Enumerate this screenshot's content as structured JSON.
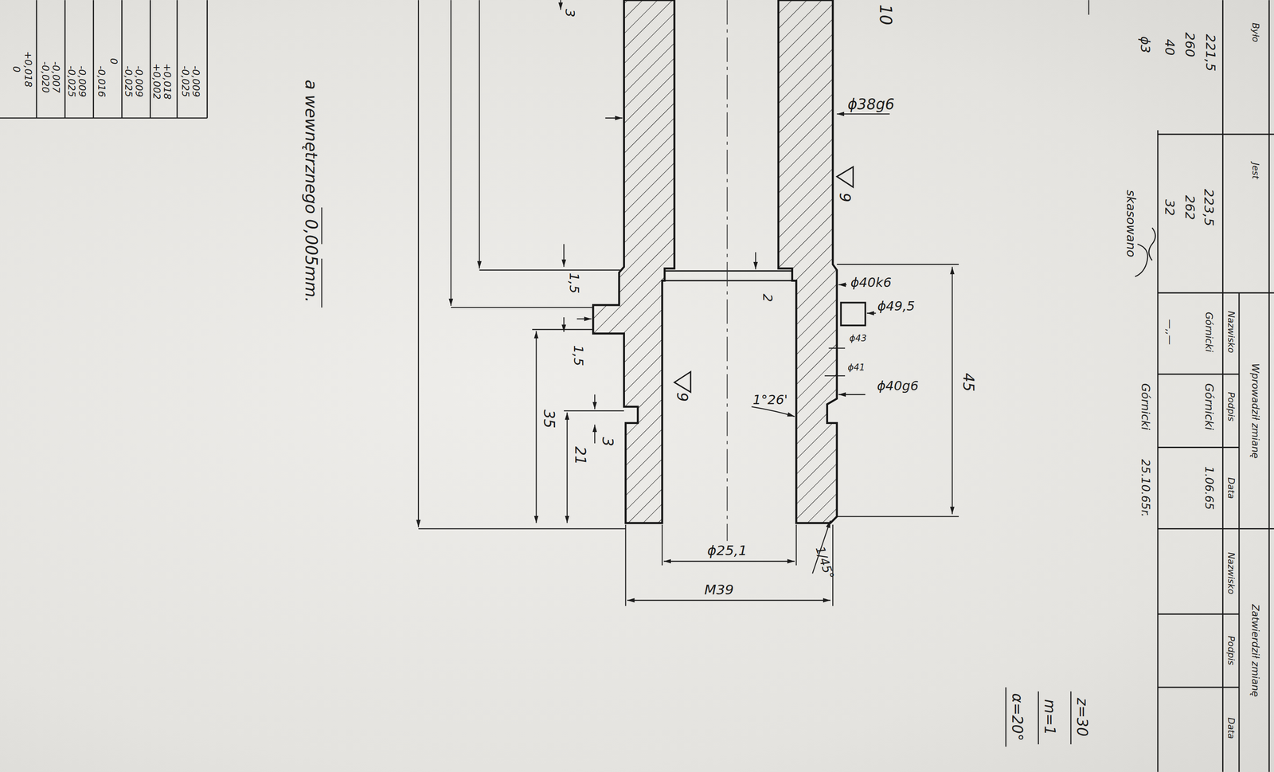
{
  "diagram": {
    "labels": [
      "Było",
      "221,5",
      "260",
      "40",
      "ϕ3",
      "Jest",
      "223,5",
      "262",
      "32",
      "skasowano",
      "Wprowadził zmianę",
      "Nazwisko",
      "Podpis",
      "Data",
      "Górnicki",
      "Górnicki",
      "1.06.65",
      "—,,—",
      "Górnicki",
      "25.10.65r.",
      "Zatwierdził zmianę",
      "Nazwisko",
      "Podpis",
      "Data",
      "z=30",
      "m=1",
      "α=20°",
      "-0,009",
      "-0,025",
      "+0,018",
      "+0,002",
      "-0,009",
      "-0,025",
      "0",
      "-0,016",
      "-0,009",
      "-0,025",
      "-0,007",
      "-0,020",
      "+0,018",
      "0",
      "a wewnętrznego 0,005mm.",
      "10",
      "3",
      "ϕ38g6",
      "9",
      "ϕ40k6",
      "ϕ49,5",
      "ϕ43",
      "ϕ41",
      "ϕ40g6",
      "2",
      "1°26'",
      "9",
      "45",
      "35",
      "21",
      "3",
      "1,5",
      "1,5",
      "ϕ25,1",
      "M39",
      "1/45°"
    ]
  }
}
